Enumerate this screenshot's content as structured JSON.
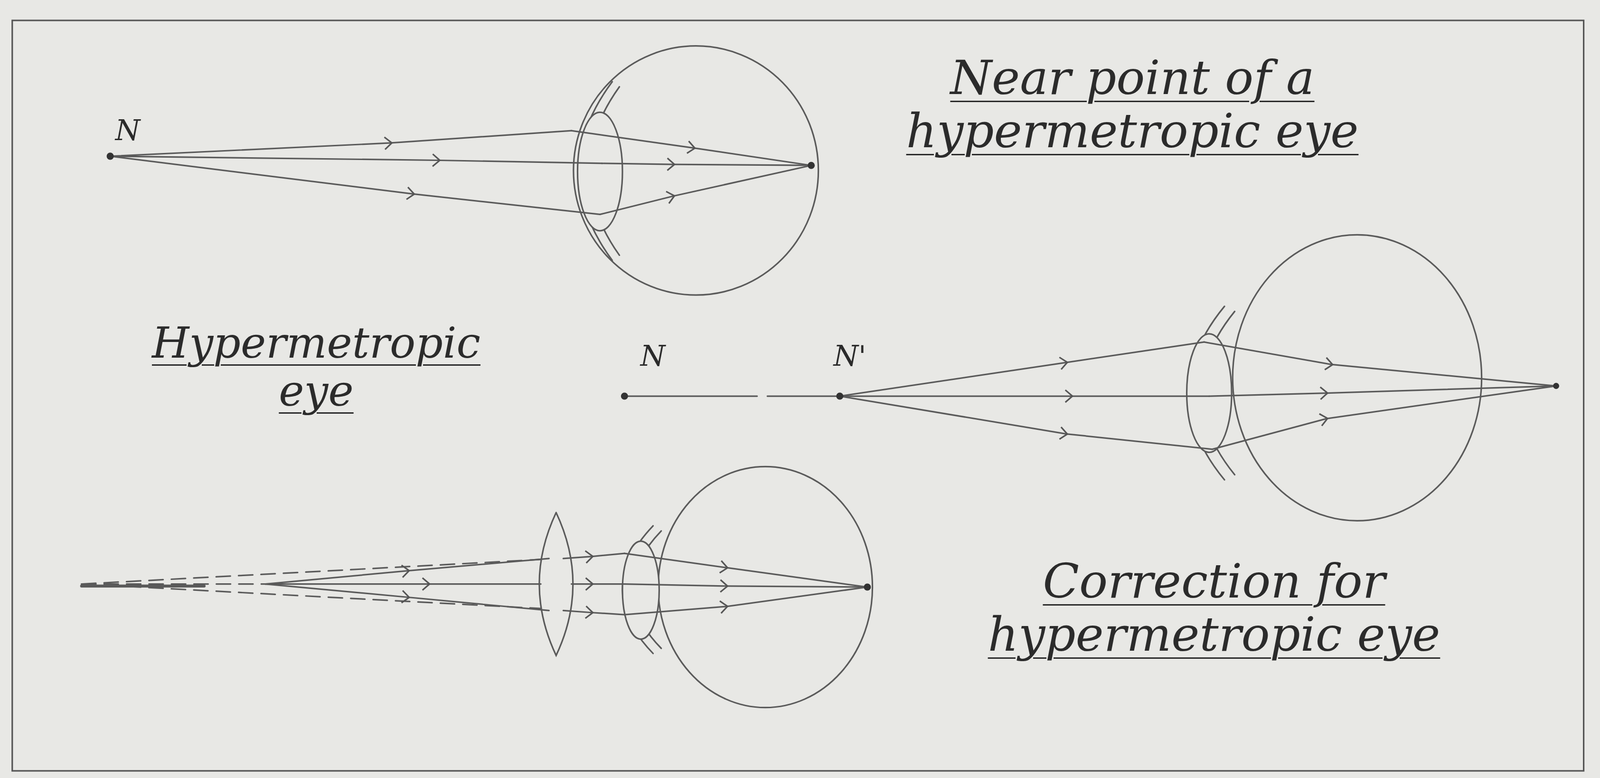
{
  "diagram": {
    "labels": [
      "N",
      "Near point of a hypermetropic eye",
      "Hypermetropic eye",
      "N",
      "N'",
      "Correction for hypermetropic eye"
    ]
  }
}
